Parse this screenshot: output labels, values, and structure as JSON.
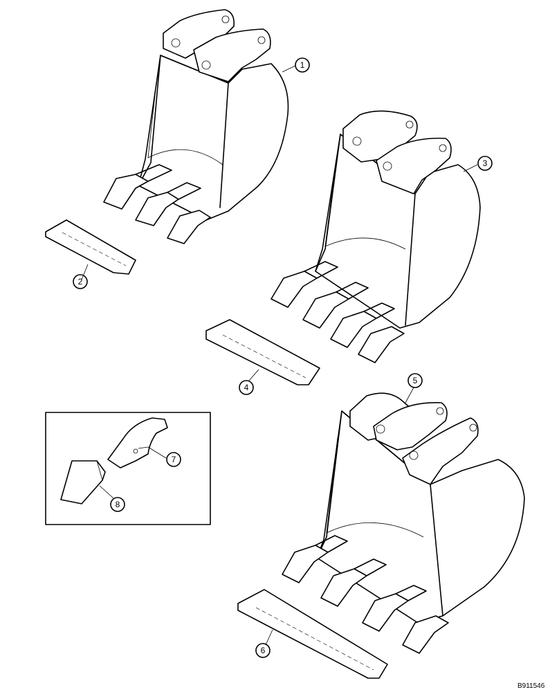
{
  "figure_id": "B911546",
  "callouts": [
    {
      "number": "1"
    },
    {
      "number": "2"
    },
    {
      "number": "3"
    },
    {
      "number": "4"
    },
    {
      "number": "5"
    },
    {
      "number": "6"
    },
    {
      "number": "7"
    },
    {
      "number": "8"
    }
  ]
}
